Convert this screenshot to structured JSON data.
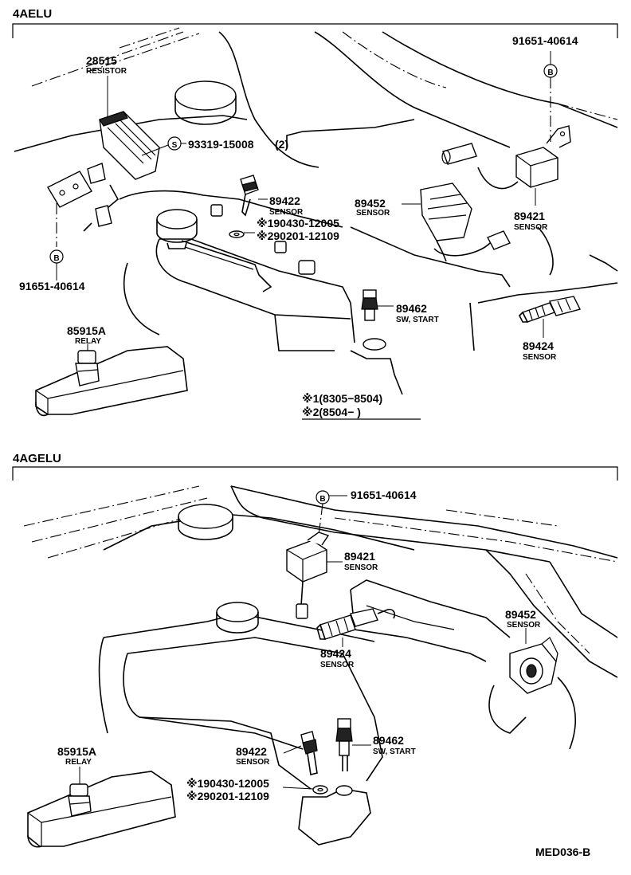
{
  "sections": {
    "top": "4AELU",
    "bottom": "4AGELU"
  },
  "bolt_marker": "B",
  "screw_marker": "S",
  "top": {
    "resistor_pn": "28515",
    "resistor_cap": "RESISTOR",
    "screw_pn": "93319-15008",
    "screw_qty": "(2)",
    "bolt_left_pn": "91651-40614",
    "bolt_right_pn": "91651-40614",
    "temp_sensor_pn": "89422",
    "temp_sensor_cap": "SENSOR",
    "gasket1_pn": "※190430-12005",
    "gasket2_pn": "※290201-12109",
    "throttle_sensor_pn": "89452",
    "throttle_sensor_cap": "SENSOR",
    "pressure_sensor_pn": "89421",
    "pressure_sensor_cap": "SENSOR",
    "start_sw_pn": "89462",
    "start_sw_cap": "SW, START",
    "oxygen_sensor_pn": "89424",
    "oxygen_sensor_cap": "SENSOR",
    "relay_pn": "85915A",
    "relay_cap": "RELAY",
    "note1": "※1(8305−8504)",
    "note2": "※2(8504−        )"
  },
  "bottom": {
    "bolt_pn": "91651-40614",
    "pressure_sensor_pn": "89421",
    "pressure_sensor_cap": "SENSOR",
    "throttle_sensor_pn": "89452",
    "throttle_sensor_cap": "SENSOR",
    "oxygen_sensor_pn": "89424",
    "oxygen_sensor_cap": "SENSOR",
    "temp_sensor_pn": "89422",
    "temp_sensor_cap": "SENSOR",
    "start_sw_pn": "89462",
    "start_sw_cap": "SW, START",
    "relay_pn": "85915A",
    "relay_cap": "RELAY",
    "gasket1_pn": "※190430-12005",
    "gasket2_pn": "※290201-12109"
  },
  "figure_code": "MED036-B"
}
